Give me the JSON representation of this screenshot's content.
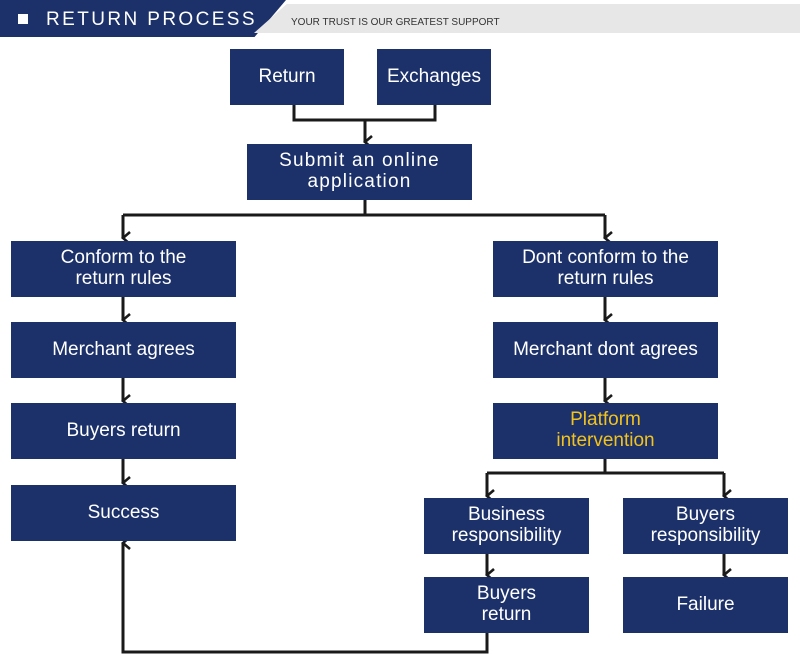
{
  "header": {
    "title": "RETURN PROCESS",
    "tagline": "YOUR TRUST IS OUR GREATEST SUPPORT"
  },
  "nodes": {
    "return": "Return",
    "exchanges": "Exchanges",
    "submit": "Submit an online application",
    "conform": "Conform to the return rules",
    "not_conform": "Dont conform to the return rules",
    "merchant_agrees": "Merchant agrees",
    "merchant_not_agree": "Merchant dont agrees",
    "buyers_return_left": "Buyers return",
    "platform": "Platform intervention",
    "success": "Success",
    "business_resp": "Business responsibility",
    "buyers_resp": "Buyers responsibility",
    "buyers_return_right": "Buyers return",
    "failure": "Failure"
  },
  "colors": {
    "box": "#1c3169",
    "text": "#ffffff",
    "highlight": "#f2c21d",
    "connector": "#1a1a1a"
  }
}
